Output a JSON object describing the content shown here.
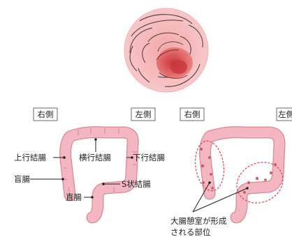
{
  "colors": {
    "colon_fill": "#f4b6c0",
    "colon_stroke": "#d98893",
    "endoscope_outer": "#f4b8bb",
    "endoscope_inner": "#e06a6a",
    "leader_line": "#222222",
    "highlight_ellipse": "#e04050"
  },
  "left_diagram": {
    "side_right": "右側",
    "side_left": "左側",
    "labels": {
      "ascending": "上行結腸",
      "transverse": "横行結腸",
      "descending": "下行結腸",
      "cecum": "盲腸",
      "sigmoid": "S状結腸",
      "rectum": "直腸"
    }
  },
  "right_diagram": {
    "side_right": "右側",
    "side_left": "左側",
    "caption_line1": "大腸憩室が形成",
    "caption_line2": "される部位"
  }
}
